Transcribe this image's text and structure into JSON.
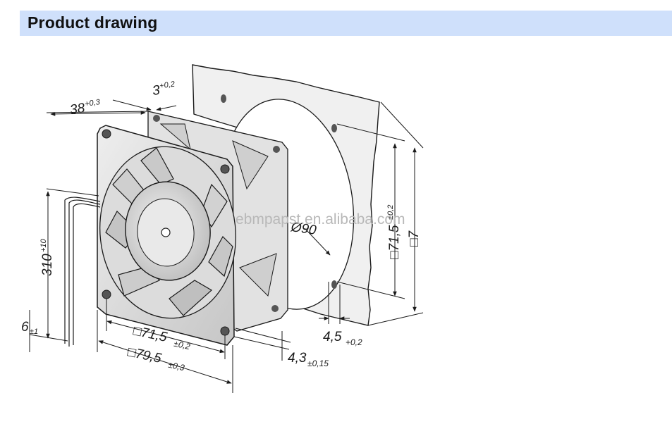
{
  "header": {
    "title": "Product drawing"
  },
  "watermark": "ebmpapst.en.alibaba.com",
  "dimensions": {
    "depth": {
      "value": "38",
      "tol": "+0,3"
    },
    "flange": {
      "value": "3",
      "tol": "+0,2"
    },
    "cable_length": {
      "value": "310",
      "tol": "+10"
    },
    "cable_strip": {
      "value": "6",
      "tol": "±1"
    },
    "hole_spacing_front": {
      "value": "□71,5",
      "tol": "±0,2"
    },
    "frame_size": {
      "value": "□79,5",
      "tol": "±0,3"
    },
    "hole_depth": {
      "value": "4,3",
      "tol": "±0,15"
    },
    "hole_diameter": {
      "value": "4,5",
      "tol": "+0,2"
    },
    "cutout_diameter": {
      "value": "Ø90"
    },
    "panel_hole_spacing": {
      "value": "□71,5",
      "tol": "±0,2"
    },
    "panel_size": {
      "value": "□7"
    }
  },
  "colors": {
    "header_bg": "#cfe0fb",
    "line": "#1a1a1a",
    "fan_grey": "#d9d9d9"
  }
}
